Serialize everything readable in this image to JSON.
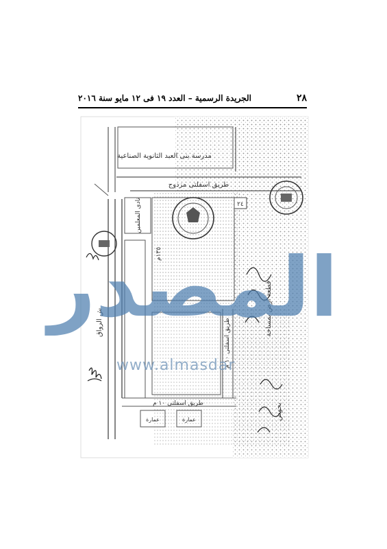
{
  "page": {
    "number": "٢٨",
    "running_title": "الجريدة الرسمية – العدد ١٩ فى ١٢ مايو سنة ٢٠١٦"
  },
  "map_labels": {
    "school": "مدرسة بنى العبد الثانوية الصناعية",
    "road_top": "طريق اسفلتى مزدوج",
    "club": "نادى المعلمين",
    "road_left": "ش الرواق",
    "dim_135": "١٣٥م",
    "road_mid": "طريق اسفلتى ١٠ م",
    "road_bottom": "طريق اسفلتى ١٠ م",
    "bldg1": "عمارة",
    "bldg2": "عمارة",
    "box_num": "٢٤",
    "note_line1": "قطعة أرض بمساحة",
    "note_line2": "بحوض"
  },
  "watermark": {
    "brand": "المصدر",
    "url": "www.almasdar"
  },
  "colors": {
    "watermark_blue": "#4e7fb0",
    "ink": "#222222"
  }
}
